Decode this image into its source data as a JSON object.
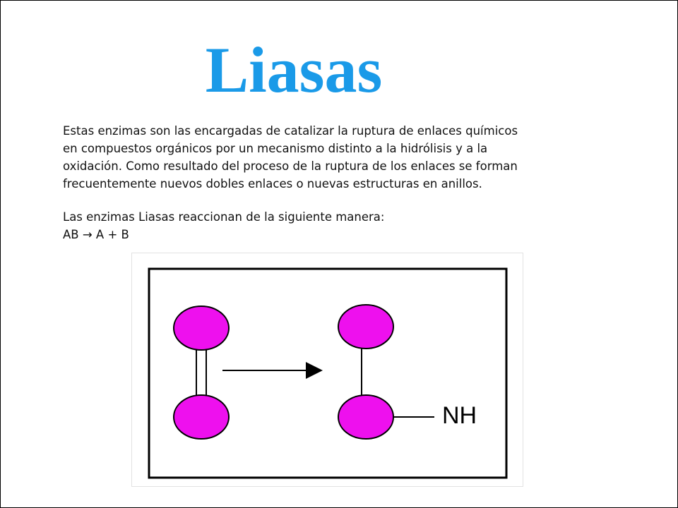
{
  "slide": {
    "title": "Liasas",
    "paragraph_lines": [
      "Estas enzimas son las encargadas de catalizar  la ruptura de enlaces químicos",
      "en compuestos orgánicos  por un mecanismo distinto a la hidrólisis y a la",
      "oxidación. Como resultado del proceso de la ruptura de los enlaces se forman",
      "frecuentemente nuevos dobles enlaces o nuevas estructuras en anillos."
    ],
    "reaction_intro": "Las enzimas Liasas reaccionan de la siguiente manera:",
    "reaction_equation": "AB → A + B"
  },
  "diagram": {
    "group_label": "NH",
    "atom_color": "#ee10ee"
  }
}
